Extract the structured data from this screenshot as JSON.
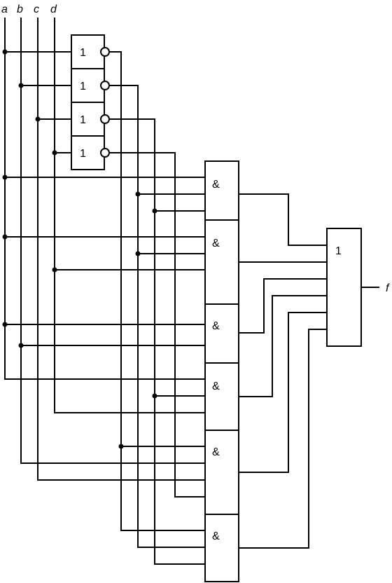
{
  "inputs": {
    "a": "a",
    "b": "b",
    "c": "c",
    "d": "d"
  },
  "output": "f",
  "not_gates": [
    "1",
    "1",
    "1",
    "1"
  ],
  "and_gates": [
    "&",
    "&",
    "&",
    "&",
    "&",
    "&"
  ],
  "or_gate": "1"
}
